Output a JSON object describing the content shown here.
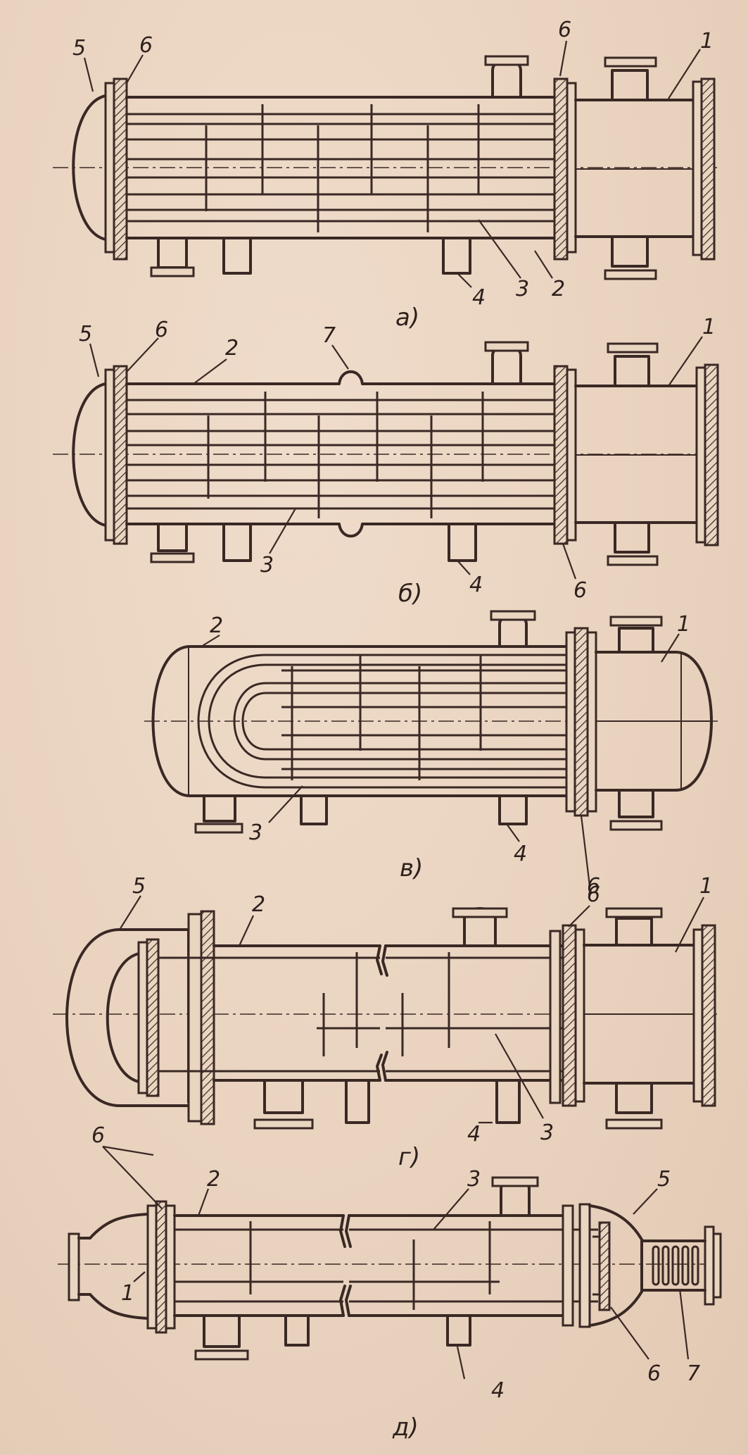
{
  "figures": [
    {
      "caption": "а)",
      "callouts": [
        "5",
        "6",
        "6",
        "1",
        "3",
        "2",
        "4"
      ]
    },
    {
      "caption": "б)",
      "callouts": [
        "5",
        "6",
        "2",
        "7",
        "1",
        "3",
        "4",
        "6"
      ]
    },
    {
      "caption": "в)",
      "callouts": [
        "2",
        "1",
        "3",
        "4",
        "6"
      ]
    },
    {
      "caption": "г)",
      "callouts": [
        "5",
        "2",
        "6",
        "1",
        "4",
        "3"
      ]
    },
    {
      "caption": "д)",
      "callouts": [
        "6",
        "2",
        "3",
        "5",
        "1",
        "4",
        "6",
        "7"
      ]
    }
  ],
  "colors": {
    "paper": "#ead5c1",
    "ink": "#3a2824"
  }
}
